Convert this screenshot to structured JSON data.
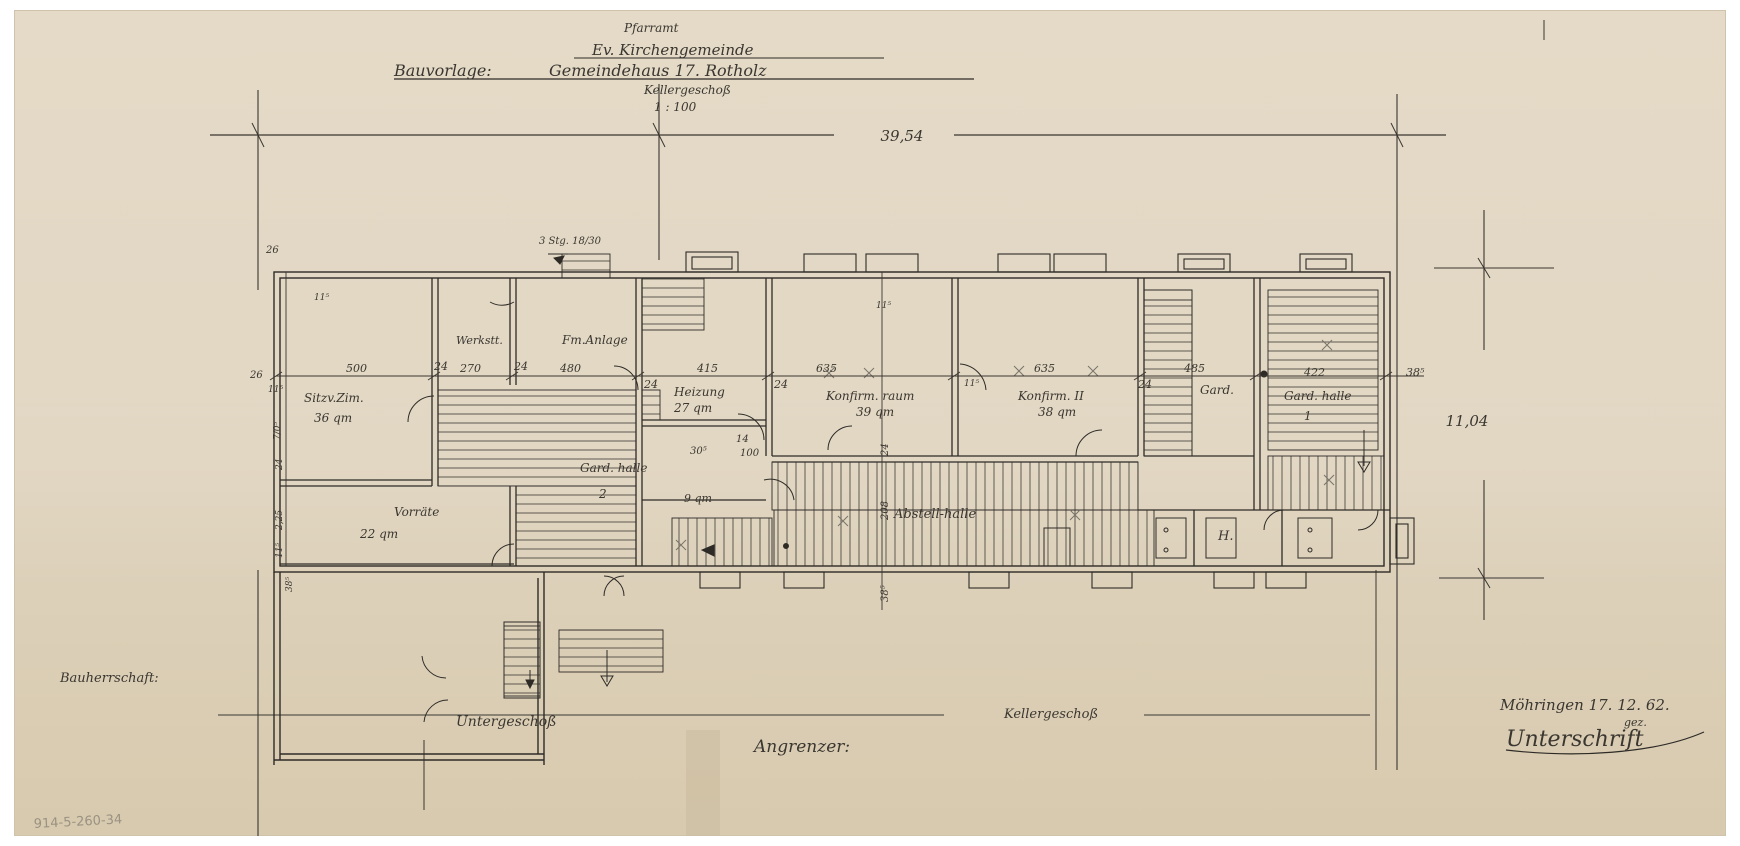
{
  "title": {
    "line1": "Pfarramt",
    "line2": "Ev. Kirchengemeinde",
    "prefix": "Bauvorlage:",
    "line3": "Gemeindehaus 17. Rotholz",
    "line4": "Kellergeschoß",
    "scale": "1 : 100"
  },
  "dimensions": {
    "overall_length": "39,54",
    "overall_depth": "11,04",
    "top_dim": "26",
    "left_dim": "26",
    "stair_steps": "3 Stg. 18/30",
    "segments": [
      "500",
      "24",
      "270",
      "24",
      "480",
      "24",
      "415",
      "24",
      "635",
      "635",
      "24",
      "485",
      "422",
      "38⁵"
    ],
    "wall_marks": [
      "11⁵",
      "11⁵",
      "11⁵",
      "11⁵",
      "7/0⁵",
      "24",
      "2,25",
      "11⁵",
      "38⁵",
      "30⁵",
      "100",
      "24",
      "208",
      "38⁵",
      "14"
    ]
  },
  "rooms": {
    "sitzung": {
      "name": "Sitzv.Zim.",
      "area": "36 qm"
    },
    "werk": {
      "name": "Werkstt."
    },
    "fm": {
      "name": "Fm.Anlage"
    },
    "heizung": {
      "name": "Heizung",
      "area": "27 qm"
    },
    "konf1": {
      "name": "Konfirm. raum",
      "area": "39 qm"
    },
    "konf2": {
      "name": "Konfirm. II",
      "area": "38 qm"
    },
    "gard1": {
      "name": "Gard."
    },
    "gard2": {
      "name": "Gard. halle",
      "num": "1"
    },
    "gard3": {
      "name": "Gard. halle",
      "num": "2"
    },
    "vorrat": {
      "name": "Vorräte",
      "area": "22 qm"
    },
    "klein": {
      "area": "9 qm"
    },
    "halle": {
      "name": "Abstell-halle"
    },
    "h": {
      "name": "H."
    },
    "untergeschoss": {
      "name": "Untergeschoß"
    }
  },
  "notes": {
    "bauherrschaft": "Bauherrschaft:",
    "angrenzer": "Angrenzer:",
    "keller_label": "Kellergeschoß",
    "place_date": "Möhringen 17. 12. 62.",
    "abbrev": "gez.",
    "signature": "Unterschrift",
    "archive_ref": "914-5-260-34"
  }
}
